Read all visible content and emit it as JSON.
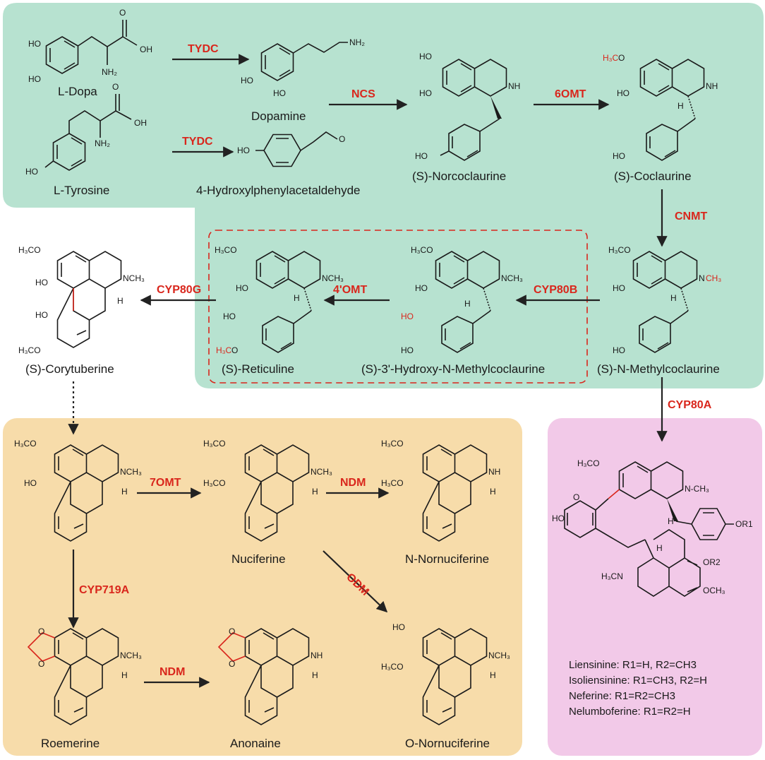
{
  "colors": {
    "green_region": "#b7e2d0",
    "orange_region": "#f7dcaa",
    "pink_region": "#f2c9e8",
    "enzyme_red": "#d9261c",
    "dashed_box": "#d9261c"
  },
  "compounds": {
    "l_dopa": "L-Dopa",
    "l_tyrosine": "L-Tyrosine",
    "dopamine": "Dopamine",
    "hydroxyphenylacetaldehyde": "4-Hydroxylphenylacetaldehyde",
    "norcoclaurine": "(S)-Norcoclaurine",
    "coclaurine": "(S)-Coclaurine",
    "n_methylcoclaurine": "(S)-N-Methylcoclaurine",
    "hydroxy_n_methylcoclaurine": "(S)-3'-Hydroxy-N-Methylcoclaurine",
    "reticuline": "(S)-Reticuline",
    "corytuberine": "(S)-Corytuberine",
    "nuciferine": "Nuciferine",
    "n_nornuciferine": "N-Nornuciferine",
    "o_nornuciferine": "O-Nornuciferine",
    "roemerine": "Roemerine",
    "anonaine": "Anonaine"
  },
  "enzymes": {
    "tydc1": "TYDC",
    "tydc2": "TYDC",
    "ncs": "NCS",
    "omt6": "6OMT",
    "cnmt": "CNMT",
    "cyp80b": "CYP80B",
    "omt4": "4'OMT",
    "cyp80g": "CYP80G",
    "cyp80a": "CYP80A",
    "omt7": "7OMT",
    "ndm1": "NDM",
    "odm": "ODM",
    "cyp719a": "CYP719A",
    "ndm2": "NDM"
  },
  "atoms": {
    "ho": "HO",
    "oh": "OH",
    "nh2": "NH₂",
    "nh": "NH",
    "o": "O",
    "h": "H",
    "n": "N",
    "h3co": "H₃CO",
    "ch3": "CH₃",
    "nch3": "NCH₃",
    "n_ch3": "N-CH₃",
    "ch3_plain": "CH3",
    "h3cn": "H₃CN",
    "och3": "OCH₃",
    "or1": "OR1",
    "or2": "OR2",
    "h3c": "H₃C",
    "co": "CO"
  },
  "bisbenzyl_legend": [
    "Liensinine: R1=H, R2=CH3",
    "Isoliensinine: R1=CH3, R2=H",
    "Neferine: R1=R2=CH3",
    "Nelumboferine: R1=R2=H"
  ]
}
